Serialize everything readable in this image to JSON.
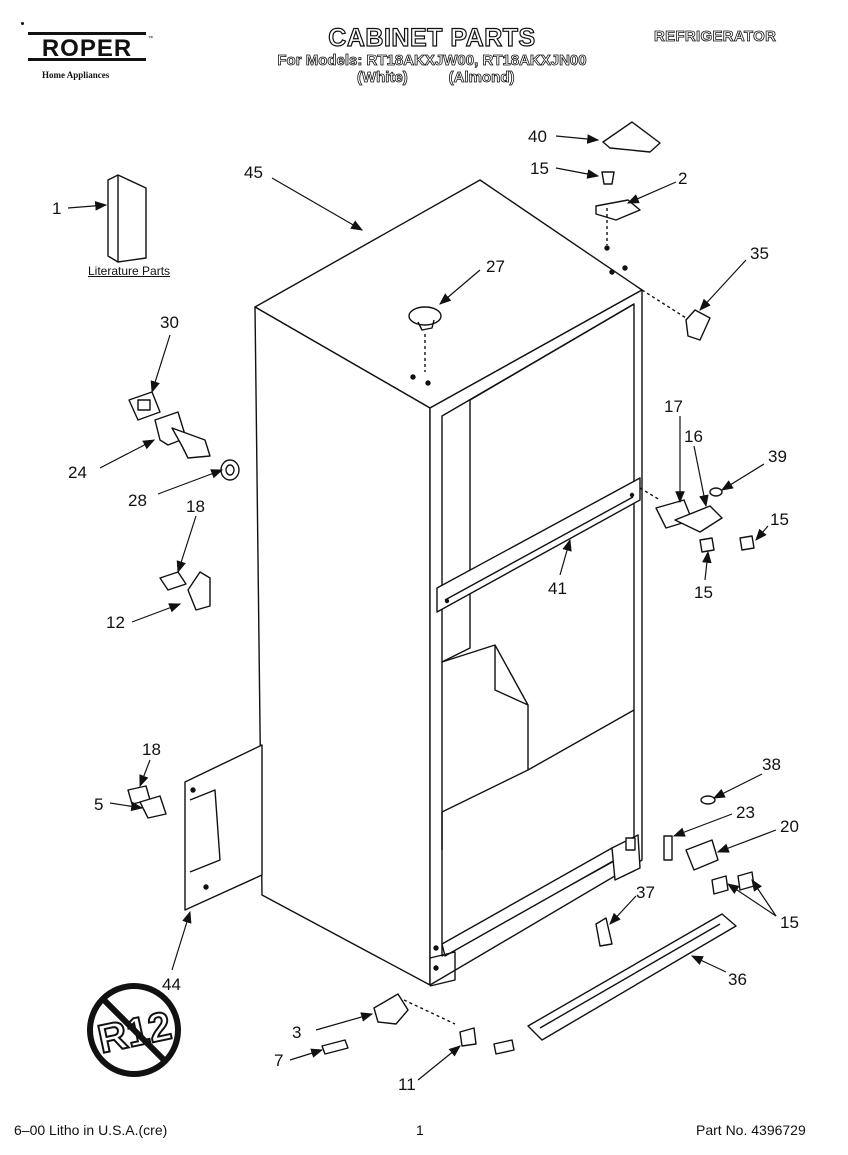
{
  "header": {
    "brand_name": "ROPER",
    "brand_subtitle": "Home Appliances",
    "title": "CABINET PARTS",
    "models_line": "For Models: RT18AKXJW00, RT18AKXJN00",
    "variant_white": "(White)",
    "variant_almond": "(Almond)",
    "category": "REFRIGERATOR"
  },
  "literature_label": "Literature Parts",
  "callouts": {
    "c40": "40",
    "c15a": "15",
    "c2": "2",
    "c45": "45",
    "c1": "1",
    "c27": "27",
    "c35": "35",
    "c30": "30",
    "c17": "17",
    "c16": "16",
    "c39": "39",
    "c24": "24",
    "c28": "28",
    "c18a": "18",
    "c15b": "15",
    "c41": "41",
    "c15c": "15",
    "c12": "12",
    "c18b": "18",
    "c38": "38",
    "c5": "5",
    "c23": "23",
    "c20": "20",
    "c37": "37",
    "c15d": "15",
    "c44": "44",
    "c36": "36",
    "c3": "3",
    "c7": "7",
    "c11": "11"
  },
  "badge_text": "R12",
  "footer": {
    "left": "6–00 Litho in U.S.A.(cre)",
    "center": "1",
    "right": "Part No. 4396729"
  }
}
